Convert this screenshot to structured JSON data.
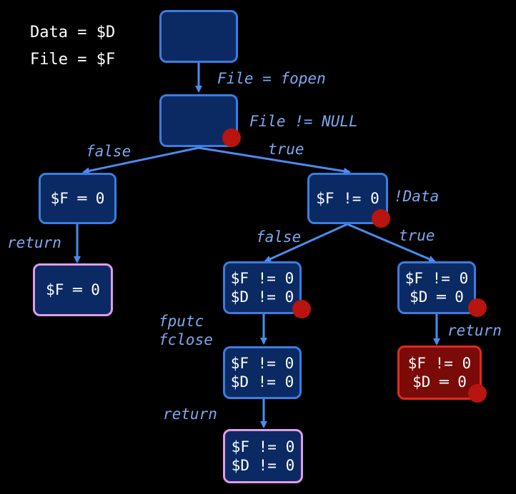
{
  "legend": [
    "Data = $D",
    "File = $F"
  ],
  "nodes": {
    "start": [],
    "fopen_check": [],
    "f_null": [
      "$F ═ 0"
    ],
    "f_null_return": [
      "$F ═ 0"
    ],
    "f_ok": [
      "$F != 0"
    ],
    "data_nonnull": [
      "$F != 0",
      "$D != 0"
    ],
    "data_nonnull_closed": [
      "$F != 0",
      "$D != 0"
    ],
    "data_nonnull_return": [
      "$F != 0",
      "$D != 0"
    ],
    "data_null": [
      "$F != 0",
      "$D ═ 0"
    ],
    "data_null_return": [
      "$F != 0",
      "$D ═ 0"
    ]
  },
  "edge_labels": {
    "fopen": "File = fopen",
    "file_check": "File != NULL",
    "false_1": "false",
    "true_1": "true",
    "return_1": "return",
    "data_check": "!Data",
    "false_2": "false",
    "true_2": "true",
    "fputc_fclose": "fputc\nfclose",
    "return_2": "return",
    "return_3": "return"
  },
  "colors": {
    "background": "#000000",
    "node_fill": "#0b2a63",
    "node_border": "#3b7de0",
    "terminal_border": "#e39be8",
    "error_fill": "#7a0b08",
    "error_border": "#e12a22",
    "marker": "#b81410",
    "edge": "#4a8cf0",
    "edge_label": "#7fa8f0"
  }
}
